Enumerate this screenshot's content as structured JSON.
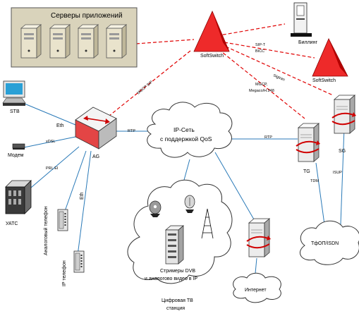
{
  "colors": {
    "red": "#e00000",
    "blue": "#2a7ab8",
    "cloud": "#ffffff",
    "server_panel": "#ddd7bf"
  },
  "nodes": {
    "app_servers_title": "Серверы приложений",
    "softswitch_main": "SoftSwitch",
    "softswitch_second": "SoftSwitch",
    "billing": "Биллинг",
    "stb": "STB",
    "modem": "Модем",
    "uats": "УАТС",
    "ag": "AG",
    "analog_phone": "Аналоговый телефон",
    "ip_phone": "IP телефон",
    "ip_net_line1": "IP-Сеть",
    "ip_net_line2": "с поддержкой QoS",
    "tg": "TG",
    "sg": "SG",
    "pstn": "ТфОП/ISDN",
    "internet": "Интернет",
    "streamers_line1": "Стримеры DVB",
    "streamers_line2": "и аналогово видео в IP",
    "dtv_line1": "Цифровая ТВ",
    "dtv_line2": "станция"
  },
  "links": {
    "eth_stb": "Eth",
    "xdsl": "xDSL",
    "pri_ei": "PRI, EI",
    "eth_phone": "Eth",
    "rtp_left": "RTP",
    "rtp_right": "RTP",
    "mgcp_sip": "MGCP SIP",
    "sip_t": "SIP-T",
    "bicc": "BICC",
    "sigtran": "Sigtran",
    "mgcp_megaco": "MGCP,",
    "megaco_h248": "Megaco/H.248",
    "tdm": "TDM",
    "isup": "ISUP"
  },
  "icons": [
    "server-icon",
    "triangle-icon",
    "monitor-icon",
    "modem-icon",
    "router-icon",
    "phone-icon",
    "satellite-dish-icon",
    "antenna-icon",
    "cloud-icon"
  ]
}
